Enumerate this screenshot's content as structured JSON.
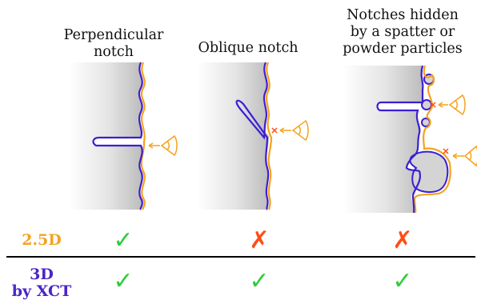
{
  "columns": [
    {
      "title_line1": "Perpendicular",
      "title_line2": "notch",
      "title_line3": ""
    },
    {
      "title_line1": "Oblique notch",
      "title_line2": "",
      "title_line3": ""
    },
    {
      "title_line1": "Notches hidden",
      "title_line2": "by a spatter or",
      "title_line3": "powder particles"
    }
  ],
  "rows": [
    {
      "label_line1": "2.5D",
      "label_line2": "",
      "color": "#f5a21d",
      "results": [
        "✓",
        "✗",
        "✗"
      ],
      "result_colors": [
        "#2fcc3b",
        "#ff4d14",
        "#ff4d14"
      ]
    },
    {
      "label_line1": "3D",
      "label_line2": "by XCT",
      "color": "#4a25c7",
      "results": [
        "✓",
        "✓",
        "✓"
      ],
      "result_colors": [
        "#2fcc3b",
        "#2fcc3b",
        "#2fcc3b"
      ]
    }
  ],
  "colors": {
    "surface_3d_outline": "#3b1fd1",
    "surface_25d_outline": "#f5a21d",
    "check": "#2fcc3b",
    "cross": "#ff4d14",
    "divider": "#000000"
  },
  "icons": {
    "eye": "eye-icon",
    "check": "check-icon",
    "cross": "cross-icon"
  }
}
